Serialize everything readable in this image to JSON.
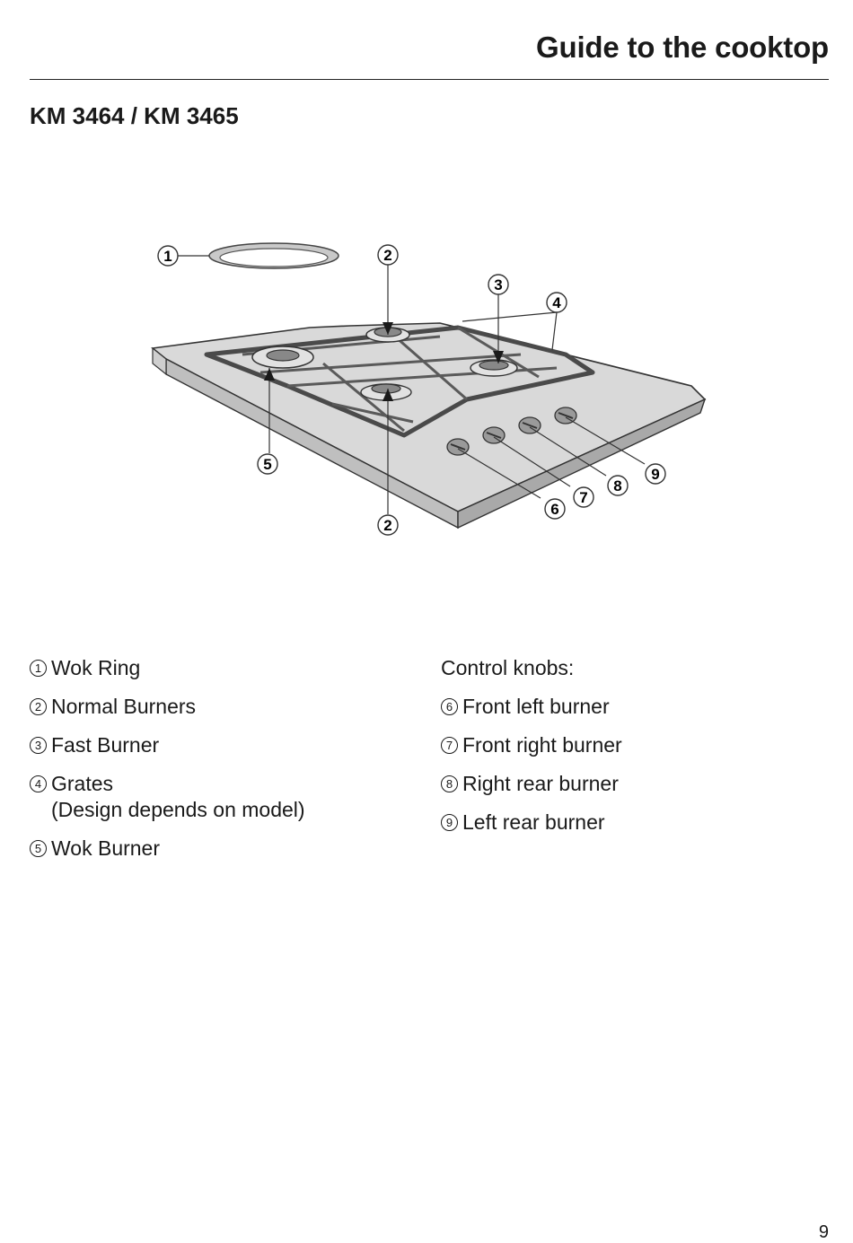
{
  "header": {
    "title": "Guide to the cooktop"
  },
  "model_title": "KM 3464 / KM 3465",
  "diagram": {
    "callouts": [
      "1",
      "2",
      "3",
      "4",
      "5",
      "2",
      "6",
      "7",
      "8",
      "9"
    ]
  },
  "legend_left": [
    {
      "num": "1",
      "text": "Wok Ring",
      "sub": ""
    },
    {
      "num": "2",
      "text": "Normal Burners",
      "sub": ""
    },
    {
      "num": "3",
      "text": "Fast Burner",
      "sub": ""
    },
    {
      "num": "4",
      "text": "Grates",
      "sub": "(Design depends on model)"
    },
    {
      "num": "5",
      "text": "Wok Burner",
      "sub": ""
    }
  ],
  "legend_right": {
    "heading": "Control knobs:",
    "items": [
      {
        "num": "6",
        "text": "Front left burner"
      },
      {
        "num": "7",
        "text": "Front right burner"
      },
      {
        "num": "8",
        "text": "Right rear burner"
      },
      {
        "num": "9",
        "text": "Left rear burner"
      }
    ]
  },
  "page_number": "9"
}
